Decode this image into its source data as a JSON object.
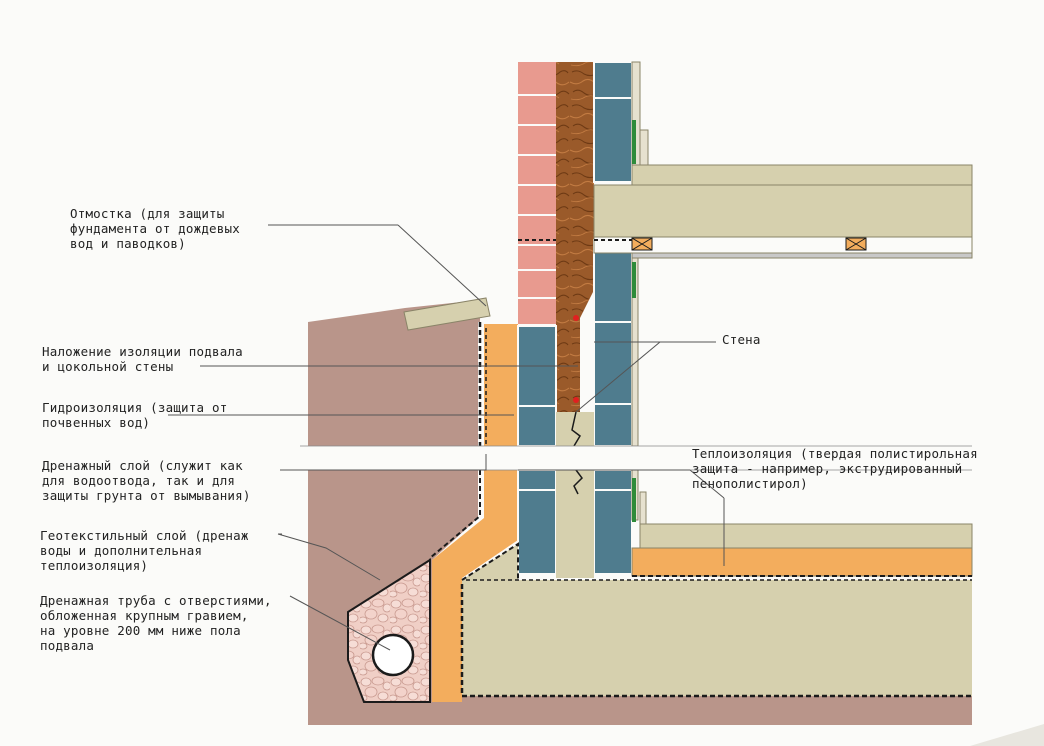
{
  "labels": {
    "otmostka": "Отмостка (для защиты\nфундамента от дождевых\nвод и паводков)",
    "insulation_overlay": "Наложение изоляции подвала\nи цокольной стены",
    "waterproofing": "Гидроизоляция (защита от\nпочвенных вод)",
    "drainage_layer": "Дренажный слой (служит как\nдля водоотвода, так и для\nзащиты грунта от вымывания)",
    "geotextile": "Геотекстильный слой (дренаж\nводы и дополнительная\nтеплоизоляция)",
    "drain_pipe": "Дренажная труба с отверстиями,\nобложенная крупным гравием,\nна уровне 200 мм ниже пола\nподвала",
    "wall": "Стена",
    "thermal_insulation": "Теплоизоляция (твердая полистирольная\nзащита - например, экструдированный\nпенополистирол)"
  },
  "colors": {
    "soil": "#b9958a",
    "soil_dark": "#a98478",
    "brick": "#e89a8f",
    "wood": "#9a5a2a",
    "block": "#4f7c8e",
    "insulation": "#f3ad5d",
    "concrete": "#d6d0ae",
    "gravel": "#f0cfc6",
    "membrane": "#1b1b1b",
    "leader": "#555555"
  }
}
